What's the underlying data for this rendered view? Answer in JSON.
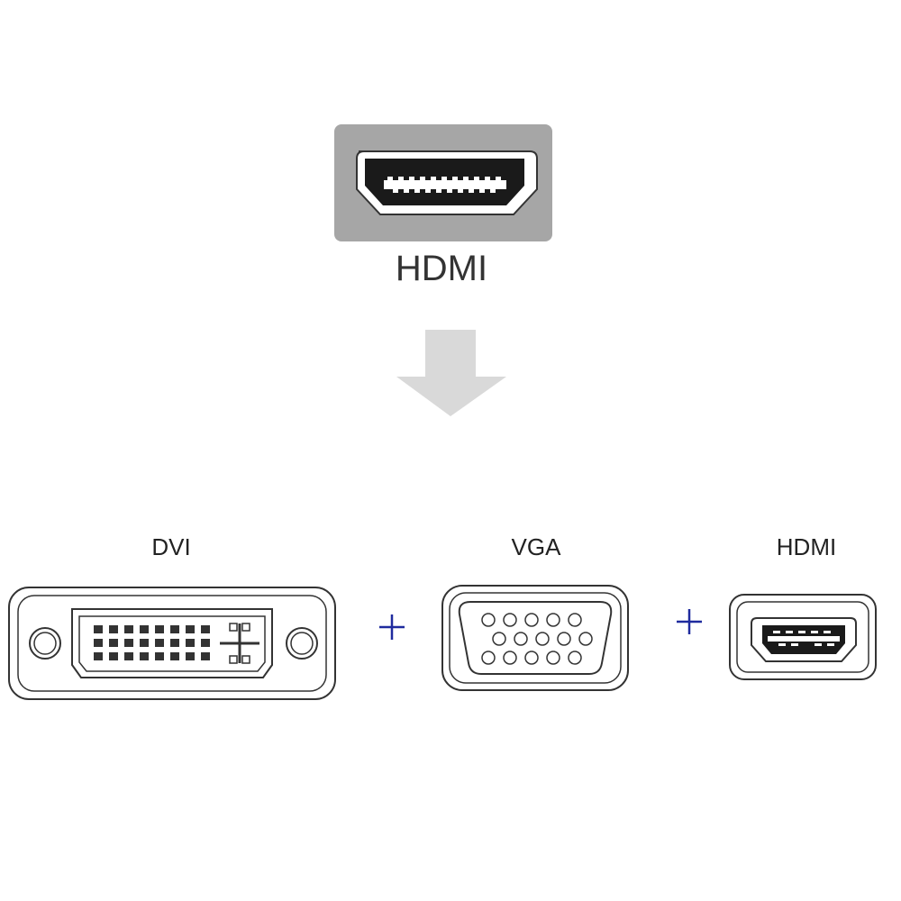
{
  "input": {
    "label": "HDMI"
  },
  "outputs": [
    {
      "label": "DVI"
    },
    {
      "label": "VGA"
    },
    {
      "label": "HDMI"
    }
  ],
  "colors": {
    "panel": "#a6a6a6",
    "arrow": "#d9d9d9",
    "plus": "#1f2b9e",
    "outline": "#333333"
  },
  "icons": [
    "hdmi-port-icon",
    "down-arrow-icon",
    "dvi-port-icon",
    "plus-icon",
    "vga-port-icon"
  ]
}
